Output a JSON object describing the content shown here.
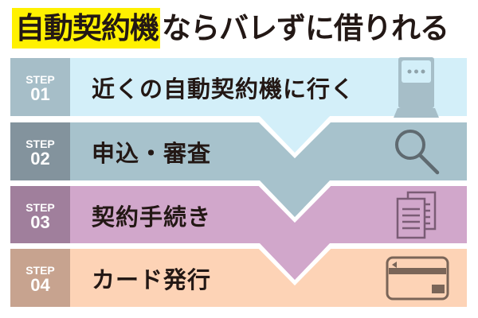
{
  "headline": {
    "highlight": "自動契約機",
    "rest": "ならバレずに借りれる",
    "highlight_color": "#fff100"
  },
  "steps": [
    {
      "label": "STEP",
      "number": "01",
      "text": "近くの自動契約機に行く",
      "icon": "kiosk-icon",
      "badge_color": "#a6bec8",
      "body_color": "#d3eff9"
    },
    {
      "label": "STEP",
      "number": "02",
      "text": "申込・審査",
      "icon": "search-icon",
      "badge_color": "#83939d",
      "body_color": "#a7c2cc"
    },
    {
      "label": "STEP",
      "number": "03",
      "text": "契約手続き",
      "icon": "documents-icon",
      "badge_color": "#a07f9c",
      "body_color": "#d1a7cb"
    },
    {
      "label": "STEP",
      "number": "04",
      "text": "カード発行",
      "icon": "card-icon",
      "badge_color": "#c7a38f",
      "body_color": "#fdd3b6"
    }
  ]
}
